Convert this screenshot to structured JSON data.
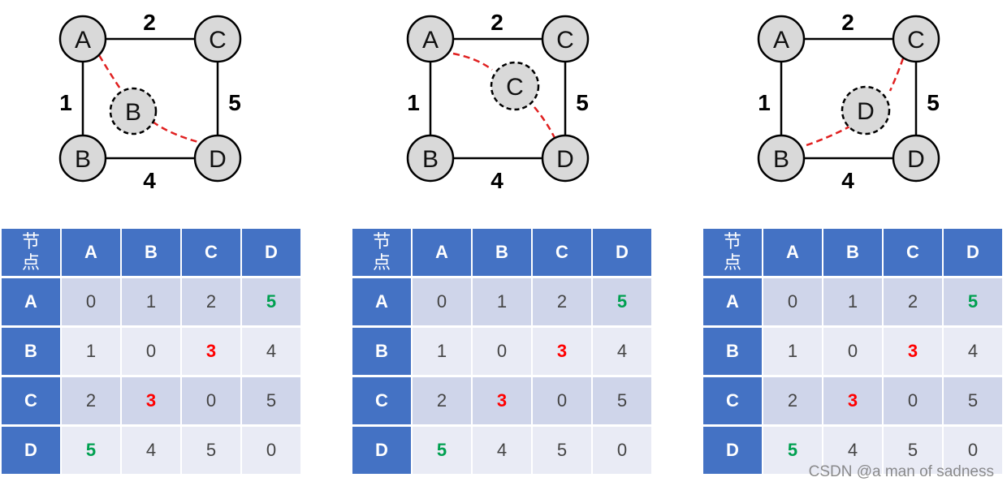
{
  "panels": [
    {
      "nodes": [
        "A",
        "C",
        "B",
        "D"
      ],
      "via_node": "B",
      "weights": {
        "top": "2",
        "left": "1",
        "right": "5",
        "bottom": "4"
      },
      "headers": [
        "节\n点",
        "A",
        "B",
        "C",
        "D"
      ],
      "rows": [
        {
          "label": "A",
          "cells": [
            "0",
            "1",
            "2",
            "5"
          ]
        },
        {
          "label": "B",
          "cells": [
            "1",
            "0",
            "3",
            "4"
          ]
        },
        {
          "label": "C",
          "cells": [
            "2",
            "3",
            "0",
            "5"
          ]
        },
        {
          "label": "D",
          "cells": [
            "5",
            "4",
            "5",
            "0"
          ]
        }
      ]
    },
    {
      "nodes": [
        "A",
        "C",
        "B",
        "D"
      ],
      "via_node": "C",
      "weights": {
        "top": "2",
        "left": "1",
        "right": "5",
        "bottom": "4"
      },
      "headers": [
        "节\n点",
        "A",
        "B",
        "C",
        "D"
      ],
      "rows": [
        {
          "label": "A",
          "cells": [
            "0",
            "1",
            "2",
            "5"
          ]
        },
        {
          "label": "B",
          "cells": [
            "1",
            "0",
            "3",
            "4"
          ]
        },
        {
          "label": "C",
          "cells": [
            "2",
            "3",
            "0",
            "5"
          ]
        },
        {
          "label": "D",
          "cells": [
            "5",
            "4",
            "5",
            "0"
          ]
        }
      ]
    },
    {
      "nodes": [
        "A",
        "C",
        "B",
        "D"
      ],
      "via_node": "D",
      "weights": {
        "top": "2",
        "left": "1",
        "right": "5",
        "bottom": "4"
      },
      "headers": [
        "节\n点",
        "A",
        "B",
        "C",
        "D"
      ],
      "rows": [
        {
          "label": "A",
          "cells": [
            "0",
            "1",
            "2",
            "5"
          ]
        },
        {
          "label": "B",
          "cells": [
            "1",
            "0",
            "3",
            "4"
          ]
        },
        {
          "label": "C",
          "cells": [
            "2",
            "3",
            "0",
            "5"
          ]
        },
        {
          "label": "D",
          "cells": [
            "5",
            "4",
            "5",
            "0"
          ]
        }
      ]
    }
  ],
  "colors": {
    "header_bg": "#4472c4",
    "row_odd": "#cfd5ea",
    "row_even": "#e9ebf5",
    "node_fill": "#d9d9d9",
    "dashed_edge": "#e02020",
    "highlight_red": "#ff0000",
    "highlight_green": "#00a050"
  },
  "watermark": "CSDN @a man of sadness"
}
